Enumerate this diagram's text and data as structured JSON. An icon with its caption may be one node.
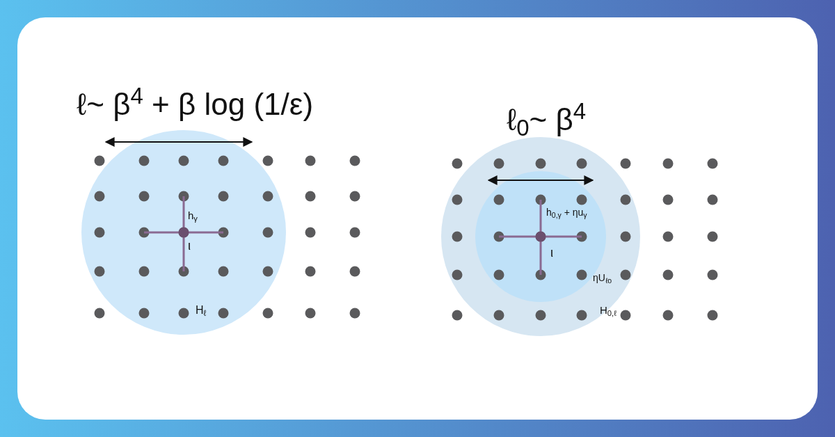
{
  "diagram": {
    "labels": [
      "ℓ~ β$^{4}$ + β log (1/ε)",
      "h$_{γ}$",
      "ι",
      "H$_{ℓ}$",
      "ℓ$_{0}$~ β$^{4}$",
      "h$_{0,γ}$ + ηu$_{γ}$",
      "ι",
      "ηU$_{ℓo}$",
      "H$_{0,ℓ}$"
    ]
  }
}
